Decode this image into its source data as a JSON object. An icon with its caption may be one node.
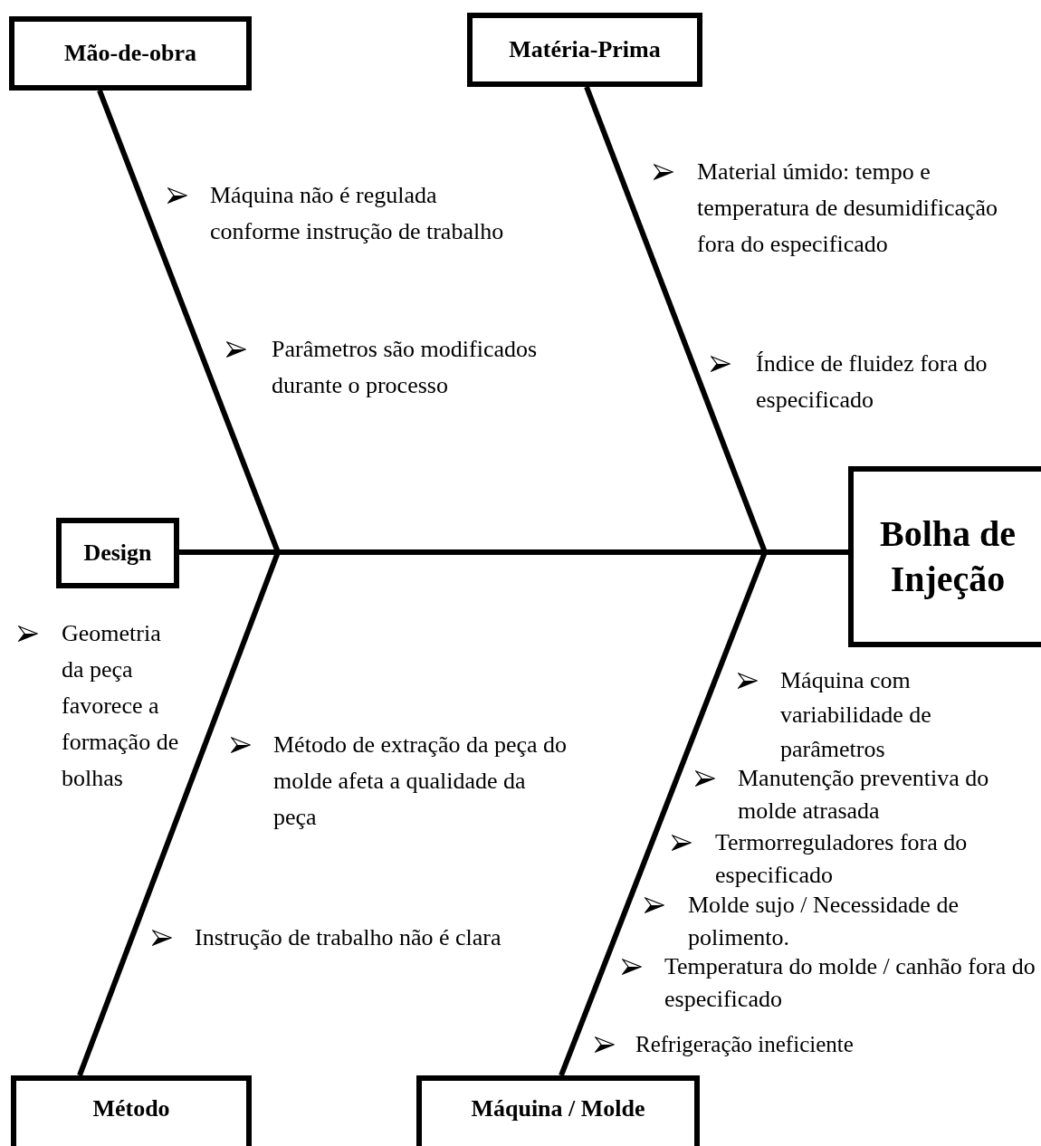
{
  "diagram": {
    "nodes": [
      {
        "text": [
          "Mão-de-obra"
        ]
      },
      {
        "text": [
          "Matéria-Prima"
        ]
      },
      {
        "text": [
          "Design"
        ]
      },
      {
        "text": [
          "Bolha de Injeção"
        ]
      },
      {
        "text": [
          "Método"
        ]
      },
      {
        "text": [
          "Máquina / Molde"
        ]
      }
    ],
    "edges": [
      {
        "from": 0,
        "to": null,
        "arrow": "none"
      },
      {
        "from": 1,
        "to": null,
        "arrow": "none"
      },
      {
        "from": 2,
        "to": 3,
        "arrow": "none"
      },
      {
        "from": 4,
        "to": null,
        "arrow": "none"
      },
      {
        "from": 5,
        "to": null,
        "arrow": "none"
      }
    ],
    "labels": [
      "Material úmido: tempo e temperatura de desumidificação fora do especificado",
      "Máquina não é regulada conforme instrução de trabalho",
      "Parâmetros são modificados durante o processo",
      "Índice de fluidez fora do especificado",
      "Geometria da peça favorece a formação de bolhas",
      "Máquina com variabilidade de parâmetros",
      "Método de extração da peça do molde afeta a qualidade da peça",
      "Manutenção preventiva do molde atrasada",
      "Termorreguladores fora do especificado",
      "Molde sujo / Necessidade de polimento.",
      "Instrução de trabalho não é clara",
      "Temperatura do molde / canhão fora do especificado",
      "Refrigeração ineficiente"
    ]
  }
}
